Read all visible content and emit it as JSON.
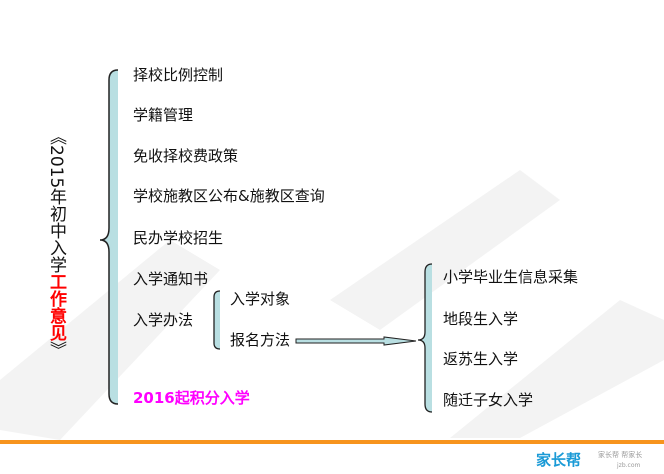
{
  "title": {
    "part1": "《2015年初中入学",
    "part2": "工作意见",
    "part3": "》"
  },
  "items": [
    "择校比例控制",
    "学籍管理",
    "免收择校费政策",
    "学校施教区公布&施教区查询",
    "民办学校招生",
    "入学通知书",
    "入学办法"
  ],
  "highlight": "2016起积分入学",
  "sub_items": [
    "入学对象",
    "报名方法"
  ],
  "right_items": [
    "小学毕业生信息采集",
    "地段生入学",
    "返苏生入学",
    "随迁子女入学"
  ],
  "logo": {
    "brand": "家长帮",
    "slogan": "家长帮 帮家长",
    "url": "jzb.com"
  },
  "colors": {
    "accent": "#f7941d",
    "brace": "#b9dfe2",
    "title_red": "#ff0000",
    "highlight": "#ff00ff"
  }
}
